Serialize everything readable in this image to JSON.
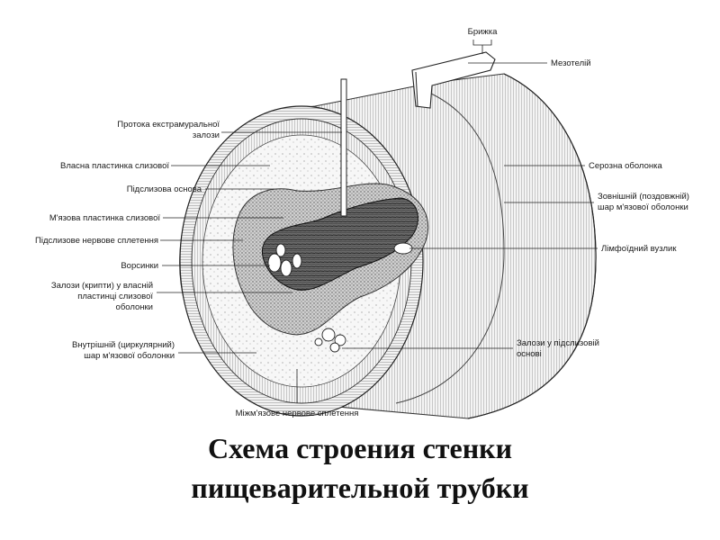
{
  "labels": {
    "bryzhka": "Брижка",
    "mezotelii": "Мезотелій",
    "protoka": [
      "Протока екстрамуральної",
      "залози"
    ],
    "vlasna_plastynka": "Власна пластинка слизової",
    "pidslyzova_osnova": "Підслизова основа",
    "miazova_plastynka": "М'язова пластинка слизової",
    "pidslyzove_spletinnia": "Підслизове нервове сплетення",
    "vorsynky": "Ворсинки",
    "zalozy_krypty": [
      "Залози (крипти) у власній",
      "пластинці слизової",
      "оболонки"
    ],
    "vnutrishnii_shar": [
      "Внутрішній (циркулярний)",
      "шар м'язової оболонки"
    ],
    "mizhmiazove": "Міжм'язове нервове сплетення",
    "serozna": "Серозна оболонка",
    "zovnishnii_shar": [
      "Зовнішній (поздовжній)",
      "шар м'язової оболонки"
    ],
    "limfoidnyi": "Лімфоїдний вузлик",
    "zalozy_pidslyzovoi": [
      "Залози у підслизовій",
      "основі"
    ]
  },
  "caption": {
    "line1": "Схема строения стенки",
    "line2": "пищеварительной трубки"
  }
}
